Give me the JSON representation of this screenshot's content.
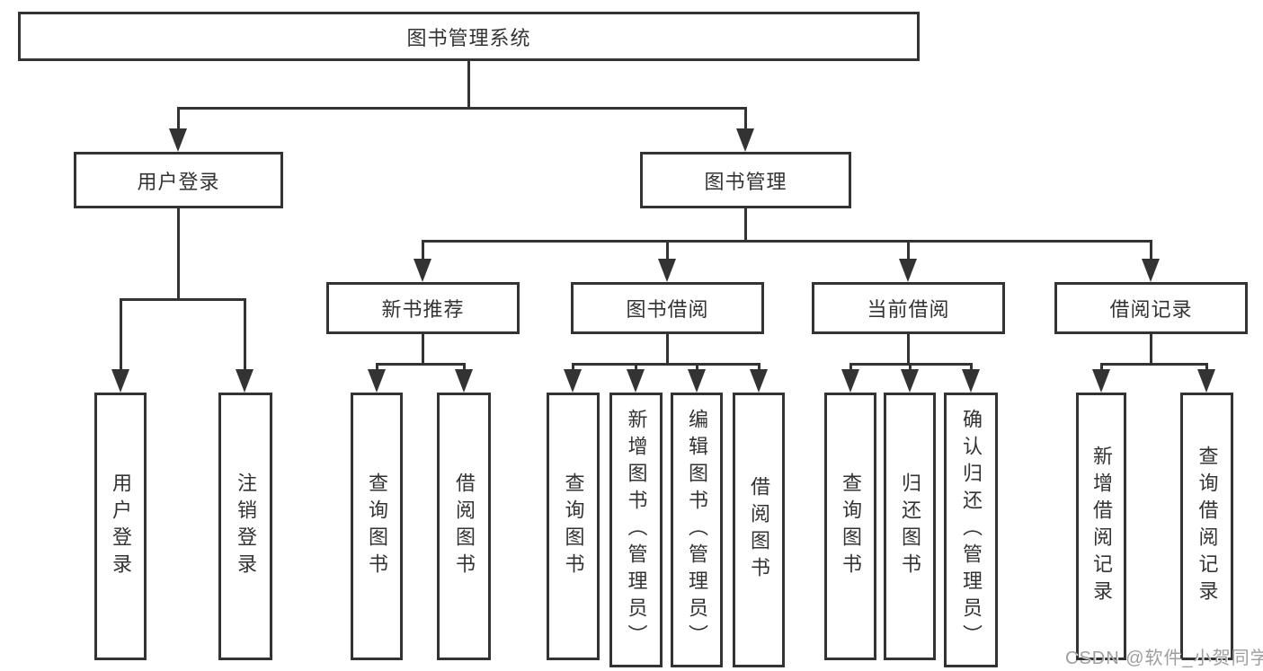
{
  "diagram": {
    "type": "hierarchy-tree",
    "orientation": "top-down",
    "line_color": "#333333",
    "text_color": "#333333",
    "box_background": "#ffffff"
  },
  "tree": {
    "label": "图书管理系统",
    "children": [
      {
        "label": "用户登录",
        "children": [
          {
            "label": "用户登录"
          },
          {
            "label": "注销登录"
          }
        ]
      },
      {
        "label": "图书管理",
        "children": [
          {
            "label": "新书推荐",
            "children": [
              {
                "label": "查询图书"
              },
              {
                "label": "借阅图书"
              }
            ]
          },
          {
            "label": "图书借阅",
            "children": [
              {
                "label": "查询图书"
              },
              {
                "label": "新增图书（管理员）"
              },
              {
                "label": "编辑图书（管理员）"
              },
              {
                "label": "借阅图书"
              }
            ]
          },
          {
            "label": "当前借阅",
            "children": [
              {
                "label": "查询图书"
              },
              {
                "label": "归还图书"
              },
              {
                "label": "确认归还（管理员）"
              }
            ]
          },
          {
            "label": "借阅记录",
            "children": [
              {
                "label": "新增借阅记录"
              },
              {
                "label": "查询借阅记录"
              }
            ]
          }
        ]
      }
    ]
  },
  "watermark": {
    "text": "CSDN @软件_小贺同学",
    "color": "#9e9e9e"
  }
}
